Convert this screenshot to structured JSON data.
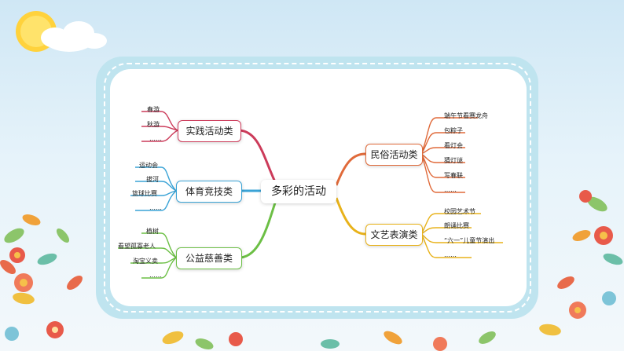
{
  "mindmap": {
    "root": "多彩的活动",
    "branches": [
      {
        "label": "实践活动类",
        "color": "#cc3b5a",
        "items": [
          "春游",
          "秋游",
          "……"
        ]
      },
      {
        "label": "体育竞技类",
        "color": "#3aa3d6",
        "items": [
          "运动会",
          "拔河",
          "篮球比赛",
          "……"
        ]
      },
      {
        "label": "公益慈善类",
        "color": "#6cbf45",
        "items": [
          "植树",
          "看望孤寡老人",
          "淘宝义卖",
          "……"
        ]
      },
      {
        "label": "民俗活动类",
        "color": "#e06a3a",
        "items": [
          "端午节看赛龙舟",
          "包粽子",
          "看灯会",
          "猜灯谜",
          "写春联",
          "……"
        ]
      },
      {
        "label": "文艺表演类",
        "color": "#e8b21a",
        "items": [
          "校园艺术节",
          "朗诵比赛",
          "“六一”儿童节演出",
          "……"
        ]
      }
    ]
  }
}
